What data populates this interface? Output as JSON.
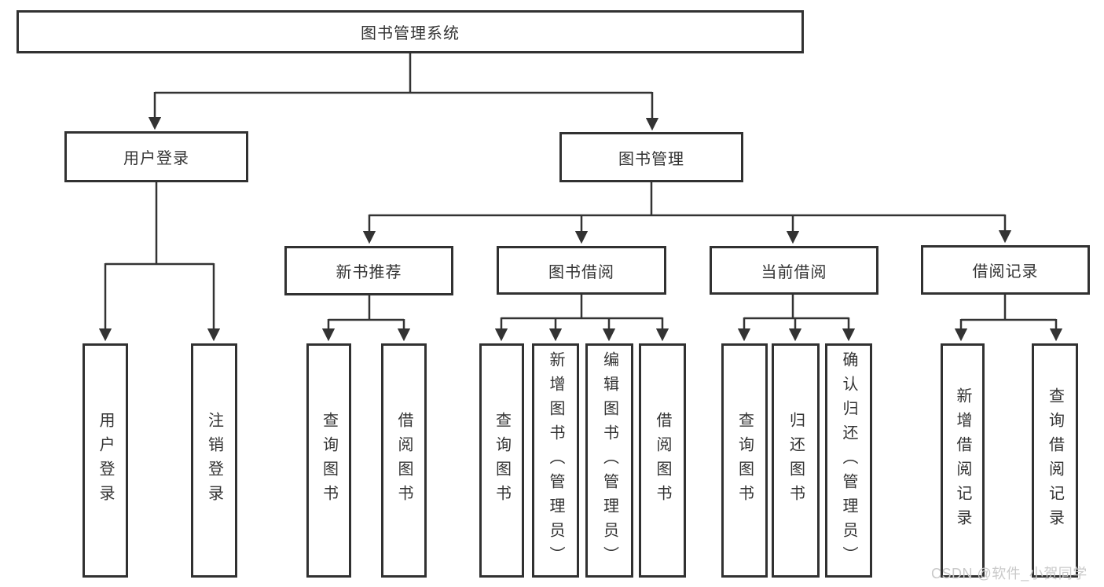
{
  "diagram": {
    "root": {
      "label": "图书管理系统"
    },
    "level2": [
      {
        "label": "用户登录"
      },
      {
        "label": "图书管理"
      }
    ],
    "level3": [
      {
        "label": "新书推荐"
      },
      {
        "label": "图书借阅"
      },
      {
        "label": "当前借阅"
      },
      {
        "label": "借阅记录"
      }
    ],
    "leaves": {
      "user_login": "用户登录",
      "logout": "注销登录",
      "recommend_query": "查询图书",
      "recommend_borrow": "借阅图书",
      "borrow_query": "查询图书",
      "borrow_add_admin": "新增图书（管理员）",
      "borrow_edit_admin": "编辑图书（管理员）",
      "borrow_borrow": "借阅图书",
      "current_query": "查询图书",
      "current_return": "归还图书",
      "current_confirm_admin": "确认归还（管理员）",
      "records_add": "新增借阅记录",
      "records_query": "查询借阅记录"
    }
  },
  "watermark": {
    "text": "CSDN @软件_小贺同学"
  },
  "colors": {
    "line": "#333333",
    "text": "#333333",
    "watermark": "#c9c9c9",
    "background": "#ffffff"
  }
}
